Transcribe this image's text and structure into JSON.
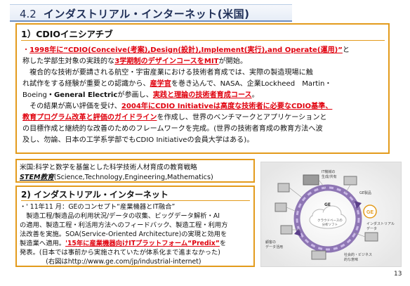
{
  "header": {
    "number": "4.2",
    "title": "インダストリアル・インターネット(米国)"
  },
  "cdio": {
    "heading": "1）CDIOイニシアチブ",
    "line1": {
      "bullet": "・",
      "red": "1998年に“CDIO(Conceive(考案),Design(設計),Implement(実行),and Operate(運用)”",
      "tail": "と"
    },
    "line2": {
      "pre": "称した学部生対象の実践的な",
      "red": "3学期制のデザインコースをMIT",
      "post": "が開始。"
    },
    "line3": "　複合的な技術が要請される航空・宇宙産業における技術者育成では、実際の製造現場に触",
    "line4": {
      "pre": "れ試作をする経験が重要との認識から、",
      "red": "産学官",
      "post": "を巻き込んで、NASA、企業Lockheed　Martin・"
    },
    "line5": {
      "pre": "Boeing",
      "bold": "・General Electric",
      "mid": "が参画し、",
      "red": "実践と理論の技術者育成コース",
      "post": "。"
    },
    "line6": {
      "pre": "　その結果が高い評価を受け、",
      "red": "2004年にCDIO Initiativeは高度な技術者に必要なCDIO基準、"
    },
    "line7": {
      "red": "教育プログラム改革と評価のガイドライン",
      "post": "を作成し、世界のベンチマークとアプリケーションと"
    },
    "line8": "の目標作成と継続的な改善のためのフレームワークを完成。(世界の技術者育成の教育方法へ波",
    "line9": "及し、勿論、日本の工学系学部でもCDIO Initiativeの会員大学はある)。"
  },
  "stem": {
    "line1": "米国:科学と数学を基盤とした科学技術人材育成の教育戦略",
    "bold": "STEM教育",
    "rest": "(Science,Technology,Engineering,Mathematics)"
  },
  "industrial": {
    "heading": "2) インダストリアル・インターネット",
    "line1": "・' 11年11 月：GEのコンセプト“産業機器とIT融合”",
    "line2": "　製造工程/製造品の利用状況/データの収集、ビッグデータ解析・AI",
    "line3": "の適用、製造工程・利活用方法へのフィードバック、製造工程・利用方",
    "line4": "法改善を実施。SOA(Service-Oriented Architecture)の実現と効用を",
    "line5": {
      "pre": "製造業へ適用。",
      "red": "'15年に産業機器向けITプラットフォーム“Predix”",
      "post": "を"
    },
    "line6": "発表。(日本では事前から実施されていたが体系化まで進まなかった)",
    "line7": "　　　　(右図はhttp://www.ge.com/jp/industrial-internet)"
  },
  "diagram": {
    "center_label": "GE",
    "center_sub": "クラウドベースの\n分析ソフト",
    "labels": [
      "IT機械の\n生成/共有",
      "インダストリアル\nデータ",
      "GE製品",
      "顧客の\nデータ活用",
      "社会的・ビジネス\n的な意味"
    ]
  },
  "page_number": "13"
}
